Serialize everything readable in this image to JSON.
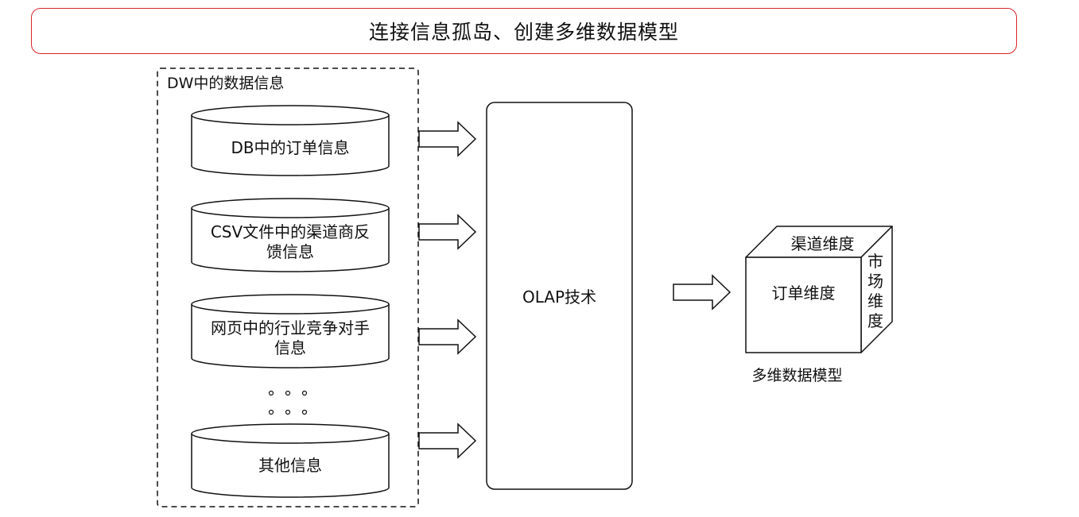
{
  "banner": {
    "title": "连接信息孤岛、创建多维数据模型"
  },
  "dw": {
    "title": "DW中的数据信息",
    "sources": [
      {
        "line1": "DB中的订单信息",
        "line2": ""
      },
      {
        "line1": "CSV文件中的渠道商反",
        "line2": "馈信息"
      },
      {
        "line1": "网页中的行业竞争对手",
        "line2": "信息"
      },
      {
        "line1": "其他信息",
        "line2": ""
      }
    ]
  },
  "olap": {
    "label": "OLAP技术"
  },
  "cube": {
    "top_label": "渠道维度",
    "front_label": "订单维度",
    "side_chars": [
      "市",
      "场",
      "维",
      "度"
    ],
    "caption": "多维数据模型"
  },
  "colors": {
    "banner_border": "#d9252a",
    "stroke": "#111111",
    "background": "#ffffff"
  }
}
